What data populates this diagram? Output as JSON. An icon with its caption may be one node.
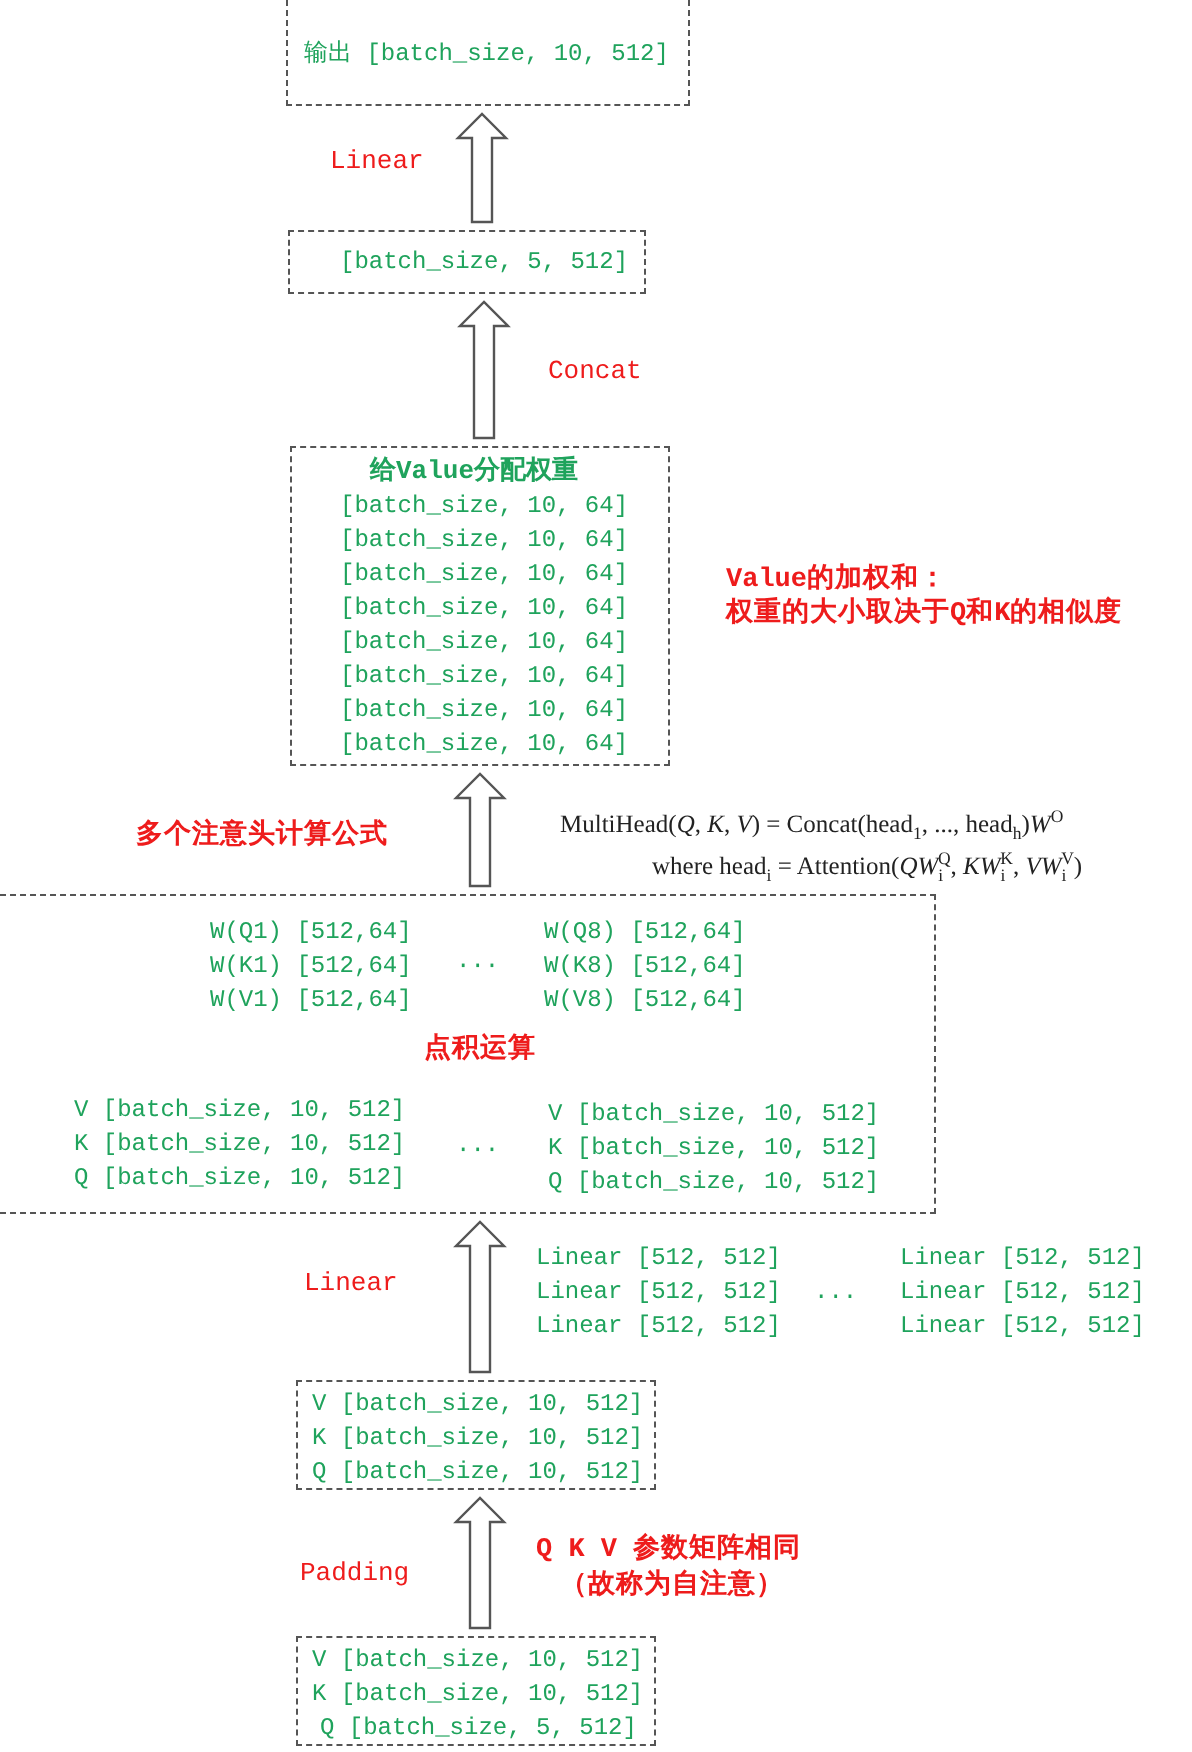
{
  "diagram": {
    "nodes": [
      {
        "text": [
          "输出 [batch_size, 10, 512]"
        ]
      },
      {
        "text": [
          "[batch_size, 5, 512]"
        ]
      },
      {
        "text": [
          "给Value分配权重",
          "[batch_size, 10, 64]",
          "[batch_size, 10, 64]",
          "[batch_size, 10, 64]",
          "[batch_size, 10, 64]",
          "[batch_size, 10, 64]",
          "[batch_size, 10, 64]",
          "[batch_size, 10, 64]",
          "[batch_size, 10, 64]"
        ],
        "beside": [
          "Value的加权和：",
          "权重的大小取决于Q和K的相似度"
        ]
      },
      {
        "text": [
          "W(Q1) [512,64]",
          "W(Q8) [512,64]",
          "W(K1) [512,64]",
          "···",
          "W(K8) [512,64]",
          "W(V1) [512,64]",
          "W(V8) [512,64]",
          "点积运算",
          "V [batch_size, 10, 512]",
          "V [batch_size, 10, 512]",
          "K [batch_size, 10, 512]",
          "···",
          "K [batch_size, 10, 512]",
          "Q [batch_size, 10, 512]",
          "Q [batch_size, 10, 512]"
        ]
      },
      {
        "text": [
          "V [batch_size, 10, 512]",
          "K [batch_size, 10, 512]",
          "Q [batch_size, 10, 512]"
        ]
      },
      {
        "text": [
          "V [batch_size, 10, 512]",
          "K [batch_size, 10, 512]",
          "Q [batch_size, 5, 512]"
        ]
      }
    ],
    "edges": [
      {
        "from": 1,
        "to": 0,
        "arrow": "to",
        "label": "Linear"
      },
      {
        "from": 2,
        "to": 1,
        "arrow": "to",
        "label": "Concat"
      },
      {
        "from": 3,
        "to": 2,
        "arrow": "to",
        "label": "多个注意头计算公式"
      },
      {
        "from": 4,
        "to": 3,
        "arrow": "to",
        "label": "Linear"
      },
      {
        "from": 5,
        "to": 4,
        "arrow": "to",
        "label": "Padding"
      }
    ],
    "labels": [
      "MultiHead(*Q*, *K*, *V*) = Concat(head$_{1}$, ..., head$_{h}$)*W*$^{O}$",
      "where head$_{i}$ = Attention(*QW*$_{i}$$^{Q}$, *KW*$_{i}$$^{K}$, *VW*$_{i}$$^{V}$)",
      "Linear [512, 512]",
      "Linear [512, 512]",
      "Linear [512, 512]",
      "...",
      "Linear [512, 512]",
      "Linear [512, 512]",
      "Linear [512, 512]",
      "Q K V 参数矩阵相同",
      "（故称为自注意）"
    ]
  }
}
